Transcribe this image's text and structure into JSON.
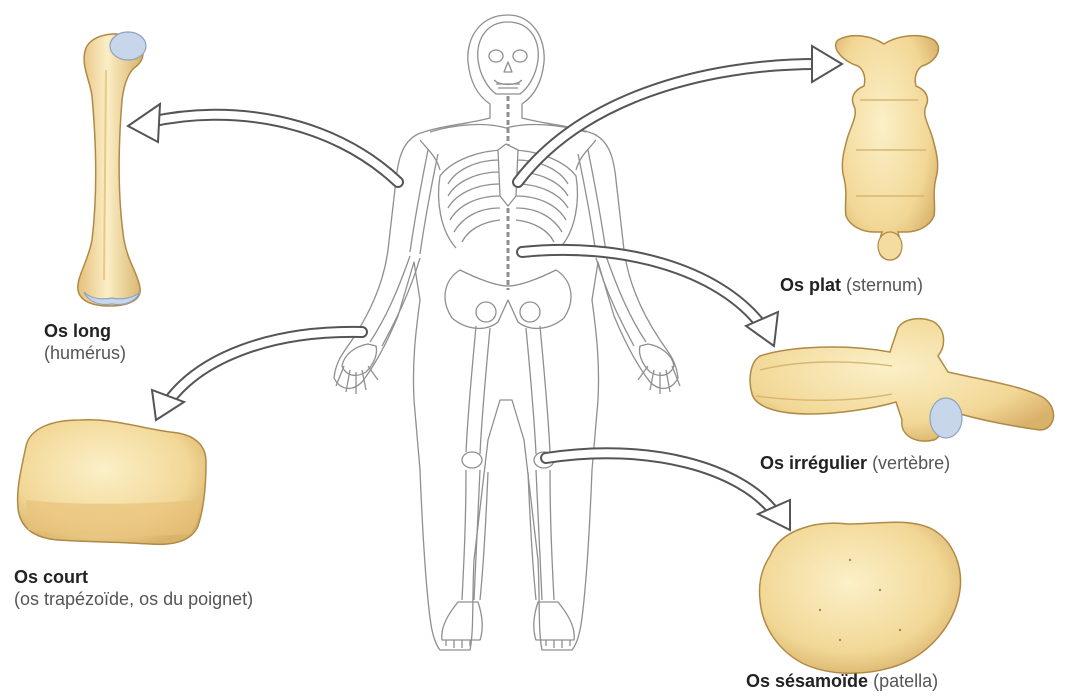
{
  "labels": {
    "long": {
      "name": "Os long",
      "example": "(humérus)"
    },
    "flat": {
      "name": "Os plat",
      "example": "(sternum)"
    },
    "irregular": {
      "name": "Os irrégulier",
      "example": "(vertèbre)"
    },
    "short": {
      "name": "Os court",
      "example": "(os trapézoïde, os du poignet)"
    },
    "sesamoid": {
      "name": "Os sésamoïde",
      "example": "(patella)"
    }
  },
  "colors": {
    "bone_fill": "#f6dfa6",
    "bone_stroke": "#b08a45",
    "cartilage": "#c7d6ea",
    "skeleton_line": "#8a8a8a",
    "arrow_fill": "#ffffff",
    "arrow_stroke": "#555555"
  }
}
